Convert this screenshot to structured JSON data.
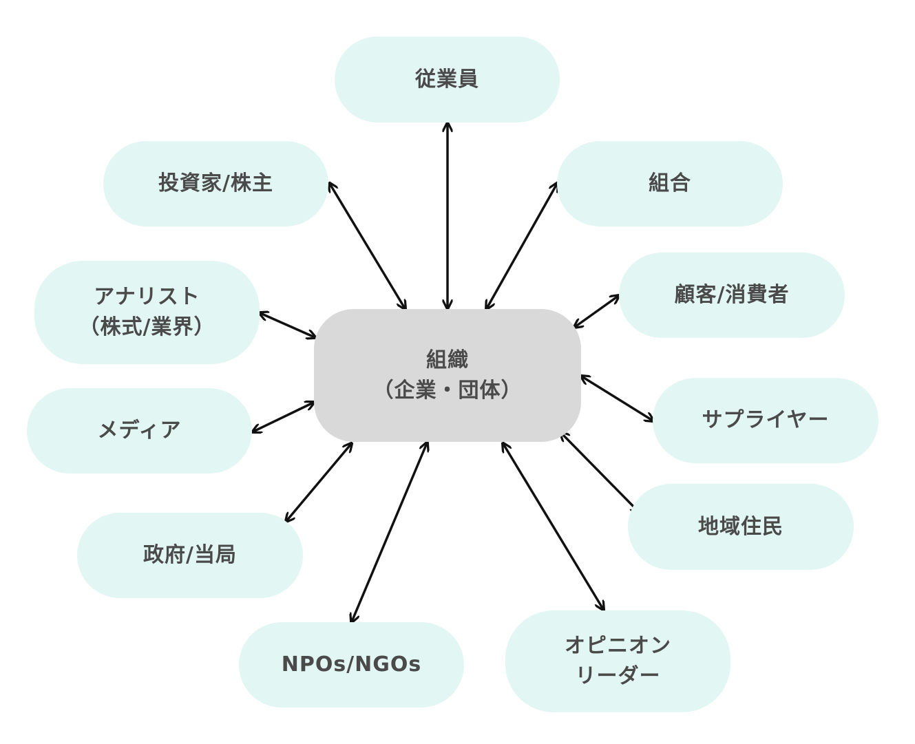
{
  "diagram": {
    "center": {
      "id": "org",
      "lines": [
        "組織",
        "（企業・団体）"
      ]
    },
    "stakeholders": [
      {
        "id": "employees",
        "lines": [
          "従業員"
        ]
      },
      {
        "id": "investors",
        "lines": [
          "投資家/株主"
        ]
      },
      {
        "id": "union",
        "lines": [
          "組合"
        ]
      },
      {
        "id": "customers",
        "lines": [
          "顧客/消費者"
        ]
      },
      {
        "id": "analysts",
        "lines": [
          "アナリスト",
          "（株式/業界）"
        ]
      },
      {
        "id": "media",
        "lines": [
          "メディア"
        ]
      },
      {
        "id": "suppliers",
        "lines": [
          "サプライヤー"
        ]
      },
      {
        "id": "residents",
        "lines": [
          "地域住民"
        ]
      },
      {
        "id": "government",
        "lines": [
          "政府/当局"
        ]
      },
      {
        "id": "npos",
        "lines": [
          "NPOs/NGOs"
        ]
      },
      {
        "id": "opinion-leaders",
        "lines": [
          "オピニオン",
          "リーダー"
        ]
      }
    ],
    "edges": [
      {
        "from": "org",
        "to": "employees",
        "direction": "both"
      },
      {
        "from": "org",
        "to": "investors",
        "direction": "both"
      },
      {
        "from": "org",
        "to": "union",
        "direction": "both"
      },
      {
        "from": "org",
        "to": "customers",
        "direction": "both"
      },
      {
        "from": "org",
        "to": "analysts",
        "direction": "both"
      },
      {
        "from": "org",
        "to": "media",
        "direction": "both"
      },
      {
        "from": "org",
        "to": "suppliers",
        "direction": "both"
      },
      {
        "from": "org",
        "to": "residents",
        "direction": "both"
      },
      {
        "from": "org",
        "to": "government",
        "direction": "both"
      },
      {
        "from": "org",
        "to": "npos",
        "direction": "both"
      },
      {
        "from": "org",
        "to": "opinion-leaders",
        "direction": "both"
      }
    ],
    "colors": {
      "center_fill": "#d9d9d9",
      "node_fill": "#e2f6f4",
      "text": "#4a4a4a",
      "arrow": "#111111"
    }
  }
}
